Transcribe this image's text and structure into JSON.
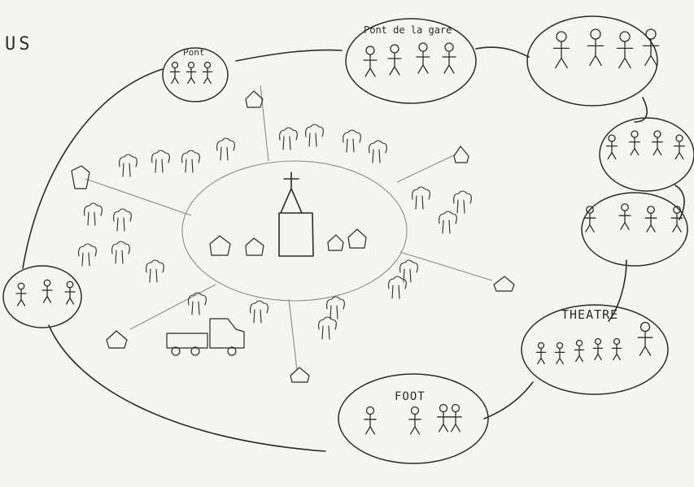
{
  "drawing": {
    "corner_text": "US",
    "church_label": "",
    "bubbles": [
      {
        "id": "top-left",
        "label": "Pont"
      },
      {
        "id": "top-center",
        "label": "Pont de la gare"
      },
      {
        "id": "theatre",
        "label": "THEATRE"
      },
      {
        "id": "foot",
        "label": "FOOT"
      }
    ]
  },
  "colors": {
    "paper": "#f4f4f3",
    "ink": "#2b2b2b",
    "pencil": "#8a8a8a"
  }
}
